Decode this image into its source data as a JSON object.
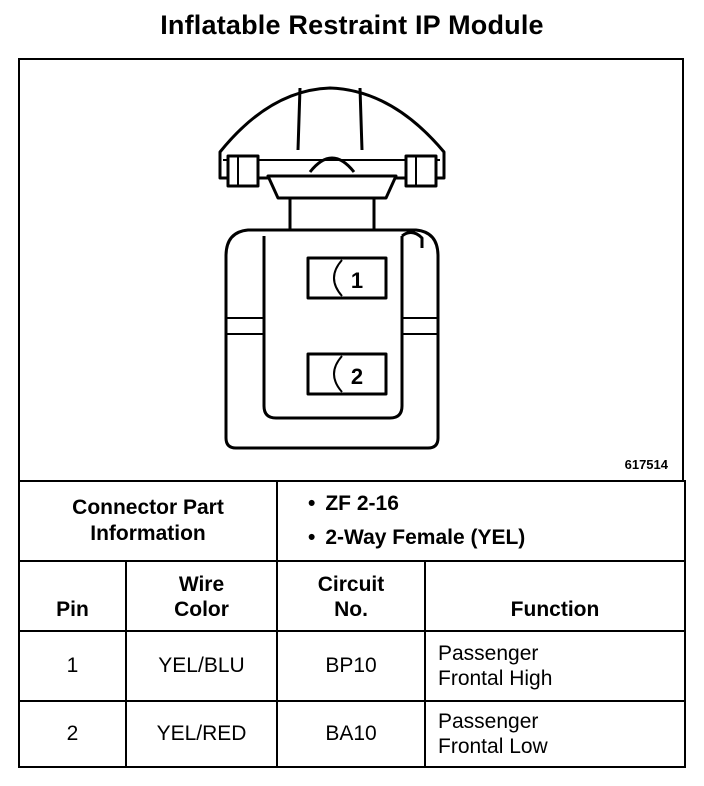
{
  "title": "Inflatable Restraint IP Module",
  "figure": {
    "id": "617514",
    "pin_labels": [
      "1",
      "2"
    ]
  },
  "connector_part": {
    "label_line1": "Connector Part",
    "label_line2": "Information",
    "values": [
      "ZF 2-16",
      "2-Way Female (YEL)"
    ]
  },
  "table": {
    "headers": {
      "pin": "Pin",
      "wire_color_line1": "Wire",
      "wire_color_line2": "Color",
      "circuit_line1": "Circuit",
      "circuit_line2": "No.",
      "function": "Function"
    },
    "rows": [
      {
        "pin": "1",
        "wire_color": "YEL/BLU",
        "circuit": "BP10",
        "function_line1": "Passenger",
        "function_line2": "Frontal High"
      },
      {
        "pin": "2",
        "wire_color": "YEL/RED",
        "circuit": "BA10",
        "function_line1": "Passenger",
        "function_line2": "Frontal Low"
      }
    ]
  }
}
